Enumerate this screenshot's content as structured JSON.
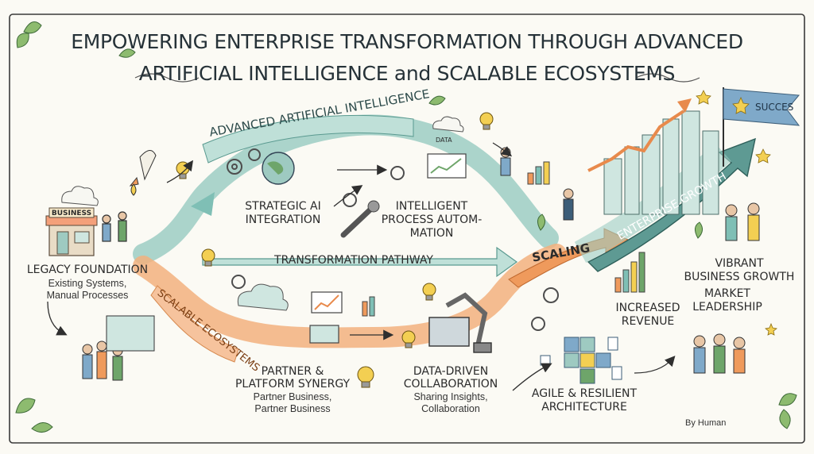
{
  "title": {
    "line1": "EMPOWERING ENTERPRISE TRANSFORMATION THROUGH ADVANCED",
    "line2": "ARTIFICIAL INTELLIGENCE and SCALABLE ECOSYSTEMS"
  },
  "nodes": {
    "business_sign": "BUSINESS",
    "legacy_title": "LEGACY FOUNDATION",
    "legacy_sub1": "Existing Systems,",
    "legacy_sub2": "Manual Processes",
    "ai_banner": "ADVANCED ARTIFICIAL INTELLIGENCE",
    "strategic1": "STRATEGIC AI",
    "strategic2": "INTEGRATION",
    "ipa1": "INTELLIGENT",
    "ipa2": "PROCESS AUTOM-",
    "ipa3": "MATION",
    "data_label": "DATA",
    "pathway": "TRANSFORMATION PATHWAY",
    "scaling": "SCALING",
    "eco_banner": "SCALABLE ECOSYSTEMS",
    "partner1": "PARTNER &",
    "partner2": "PLATFORM SYNERGY",
    "partner_sub1": "Partner Business,",
    "partner_sub2": "Partner Business",
    "ddc1": "DATA-DRIVEN",
    "ddc2": "COLLABORATION",
    "ddc_sub1": "Sharing Insights,",
    "ddc_sub2": "Collaboration",
    "agile1": "AGILE & RESILIENT",
    "agile2": "ARCHITECTURE",
    "growth_banner": "ENTERPRISE GROWTH",
    "flag": "SUCCES",
    "revenue1": "INCREASED",
    "revenue2": "REVENUE",
    "vibrant1": "VIBRANT",
    "vibrant2": "BUSINESS GROWTH",
    "market1": "MARKET",
    "market2": "LEADERSHIP",
    "signature": "By Human"
  },
  "colors": {
    "teal": "#7fbfb5",
    "orange": "#ef9a5c",
    "ink": "#2f2f2f",
    "green": "#6ea56a",
    "yellow": "#f3cf52"
  }
}
